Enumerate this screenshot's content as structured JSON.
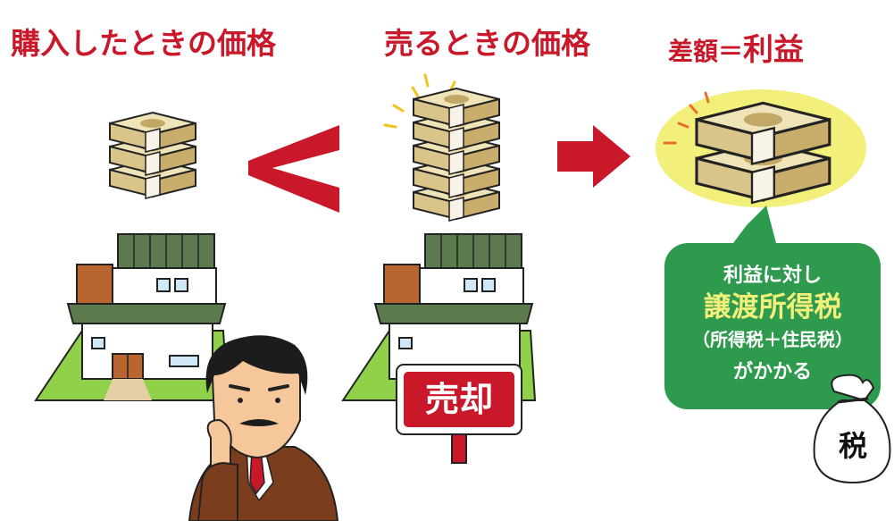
{
  "headings": {
    "purchase_price": "購入したときの価格",
    "selling_price": "売るときの価格",
    "difference": "差額＝",
    "profit": "利益"
  },
  "sign": {
    "label": "売却"
  },
  "bubble": {
    "line1": "利益に対し",
    "line2": "譲渡所得税",
    "line3": "（所得税＋住民税）",
    "line4": "がかかる"
  },
  "tax_bag": {
    "label": "税"
  },
  "colors": {
    "accent_red": "#c9182a",
    "bubble_green": "#2e9a4e",
    "highlight_yellow": "#f2f07a",
    "roof_green": "#5d7a4e",
    "lawn_green": "#8fd24a"
  },
  "icons": [
    "money-stack-icon",
    "less-than-icon",
    "right-arrow-icon",
    "house-icon",
    "businessman-icon",
    "money-bag-icon"
  ]
}
